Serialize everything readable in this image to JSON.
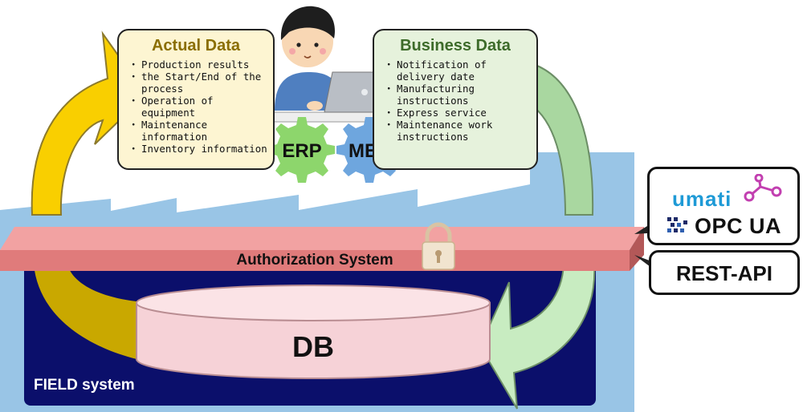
{
  "actual_data": {
    "title": "Actual Data",
    "items": [
      "Production results",
      "the Start/End of the process",
      "Operation of equipment",
      "Maintenance information",
      "Inventory information"
    ]
  },
  "business_data": {
    "title": "Business Data",
    "items": [
      "Notification of delivery date",
      "Manufacturing instructions",
      "Express service",
      "Maintenance work instructions"
    ]
  },
  "gears": {
    "erp": "ERP",
    "mes": "MES"
  },
  "authorization": "Authorization System",
  "db": "DB",
  "field_system": "FIELD system",
  "badges": {
    "umati": "umati",
    "opcua": "OPC UA",
    "rest": "REST-API"
  },
  "colors": {
    "actual_box": "#fdf5d2",
    "business_box": "#e6f2dc",
    "yellow_arrow": "#f9cf00",
    "green_arrow": "#b7ddb1",
    "field_navy": "#0b0f6b",
    "bg_blue": "#99c5e6",
    "auth_bar": "#e07b7b",
    "db_pink": "#f6d2d7",
    "erp_gear": "#8dd66c",
    "mes_gear": "#6ea6de"
  }
}
